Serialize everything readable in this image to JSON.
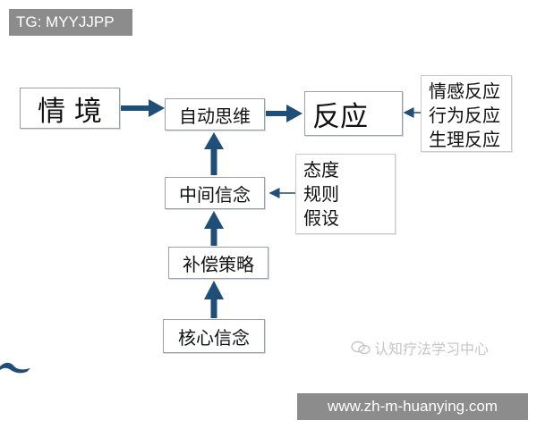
{
  "badges": {
    "top_left": "TG: MYYJJPP",
    "bottom_url": "www.zh-m-huanying.com"
  },
  "diagram": {
    "situation": "情 境",
    "automatic_thought": "自动思维",
    "reaction": "反应",
    "intermediate_belief": "中间信念",
    "compensatory_strategy": "补偿策略",
    "core_belief": "核心信念",
    "reaction_types": [
      "情感反应",
      "行为反应",
      "生理反应"
    ],
    "belief_parts": [
      "态度",
      "规则",
      "假设"
    ]
  },
  "watermark": {
    "text": "认知疗法学习中心",
    "icon": "wechat-icon"
  },
  "colors": {
    "arrow": "#1f4e79",
    "box_border": "#9aa0a6",
    "badge_bg": "#8c8c8c",
    "watermark": "#c6c6c6"
  }
}
